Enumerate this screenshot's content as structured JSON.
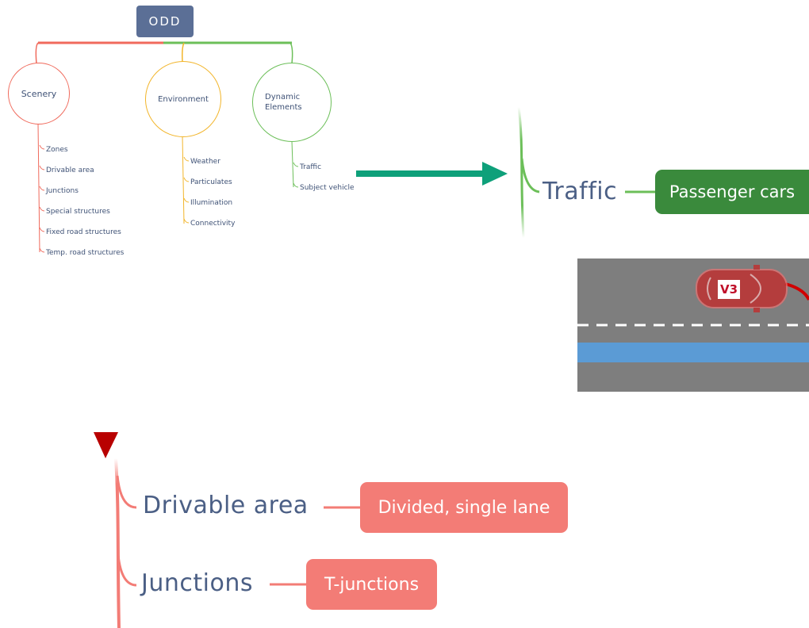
{
  "root": {
    "label": "ODD"
  },
  "categories": {
    "scenery": {
      "label": "Scenery",
      "items": [
        "Zones",
        "Drivable area",
        "Junctions",
        "Special structures",
        "Fixed road structures",
        "Temp. road structures"
      ]
    },
    "environment": {
      "label": "Environment",
      "items": [
        "Weather",
        "Particulates",
        "Illumination",
        "Connectivity"
      ]
    },
    "dynamic": {
      "label": "Dynamic Elements",
      "items": [
        "Traffic",
        "Subject vehicle"
      ]
    }
  },
  "traffic_detail": {
    "label": "Traffic",
    "value": "Passenger cars"
  },
  "scenery_detail": [
    {
      "label": "Drivable area",
      "value": "Divided, single lane"
    },
    {
      "label": "Junctions",
      "value": "T-junctions"
    }
  ],
  "road_scene": {
    "vehicle_label": "V3"
  },
  "colors": {
    "scenery": "#f06a5c",
    "environment": "#f2b52b",
    "dynamic": "#6cbf59",
    "green_arrow": "#0ea07a",
    "red_arrow": "#c40000",
    "traffic_tag": "#3a8a3c",
    "scenery_tag": "#f37c76",
    "lane": "#5b9bd5"
  }
}
